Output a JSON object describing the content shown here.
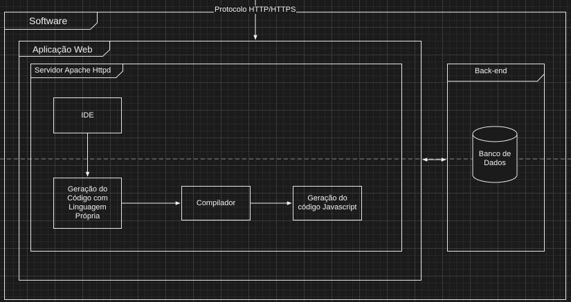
{
  "protocol_label": "Protocolo HTTP/HTTPS",
  "frames": {
    "software": "Software",
    "web_app": "Aplicação Web",
    "apache": "Servidor Apache Httpd",
    "backend": "Back-end"
  },
  "nodes": {
    "ide": "IDE",
    "codegen": "Geração do\nCódigo com\nLinguagem\nPrópria",
    "compiler": "Compilador",
    "jsgen": "Geração do\ncódigo Javascript",
    "database": "Banco de\nDados"
  },
  "colors": {
    "background": "#1b1b1b",
    "stroke": "#e8e8e8",
    "text": "#f0f0f0",
    "divider": "#8a8a8a"
  }
}
